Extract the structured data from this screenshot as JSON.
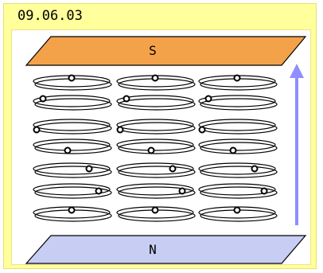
{
  "header": {
    "title": "09.06.03"
  },
  "poles": {
    "top_label": "S",
    "bottom_label": "N"
  },
  "colors": {
    "background": "#ffff9b",
    "top_pole": "#f4a24a",
    "bottom_pole": "#c8cdf4",
    "field_arrow": "#8f8fff"
  }
}
